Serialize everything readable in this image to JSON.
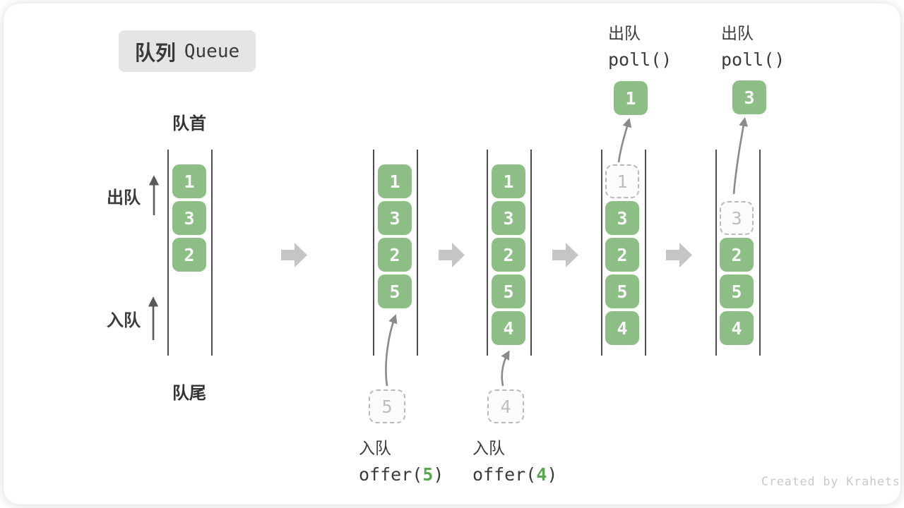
{
  "title": {
    "zh": "队列",
    "en": "Queue"
  },
  "labels": {
    "front": "队首",
    "rear": "队尾",
    "dequeue_side": "出队",
    "enqueue_side": "入队"
  },
  "queues": {
    "q1": {
      "values": [
        "1",
        "3",
        "2"
      ]
    },
    "q2": {
      "values": [
        "1",
        "3",
        "2",
        "5"
      ],
      "pending": "5"
    },
    "q3": {
      "values": [
        "1",
        "3",
        "2",
        "5",
        "4"
      ],
      "pending": "4"
    },
    "q4": {
      "values": [
        "3",
        "2",
        "5",
        "4"
      ],
      "ghost": "1",
      "popped": "1"
    },
    "q5": {
      "values": [
        "2",
        "5",
        "4"
      ],
      "ghost": "3",
      "popped": "3"
    }
  },
  "captions": {
    "enqueue5": {
      "zh": "入队",
      "code_pre": "offer(",
      "arg": "5",
      "code_post": ")"
    },
    "enqueue4": {
      "zh": "入队",
      "code_pre": "offer(",
      "arg": "4",
      "code_post": ")"
    },
    "poll1": {
      "zh": "出队",
      "code": "poll()"
    },
    "poll2": {
      "zh": "出队",
      "code": "poll()"
    }
  },
  "watermark": "Created by Krahets",
  "colors": {
    "box_green": "#8cbe86",
    "code_arg_green": "#5aa64f",
    "badge_bg": "#e5e5e5",
    "text_dark": "#3b3b3b",
    "block_arrow_gray": "#c5c5c5",
    "curve_arrow_gray": "#8a8a8a",
    "side_arrow_gray": "#5a5a5a",
    "ghost_gray": "#bdbdbd",
    "wall_gray": "#4d4d4d",
    "watermark_gray": "#c9c9c9"
  }
}
